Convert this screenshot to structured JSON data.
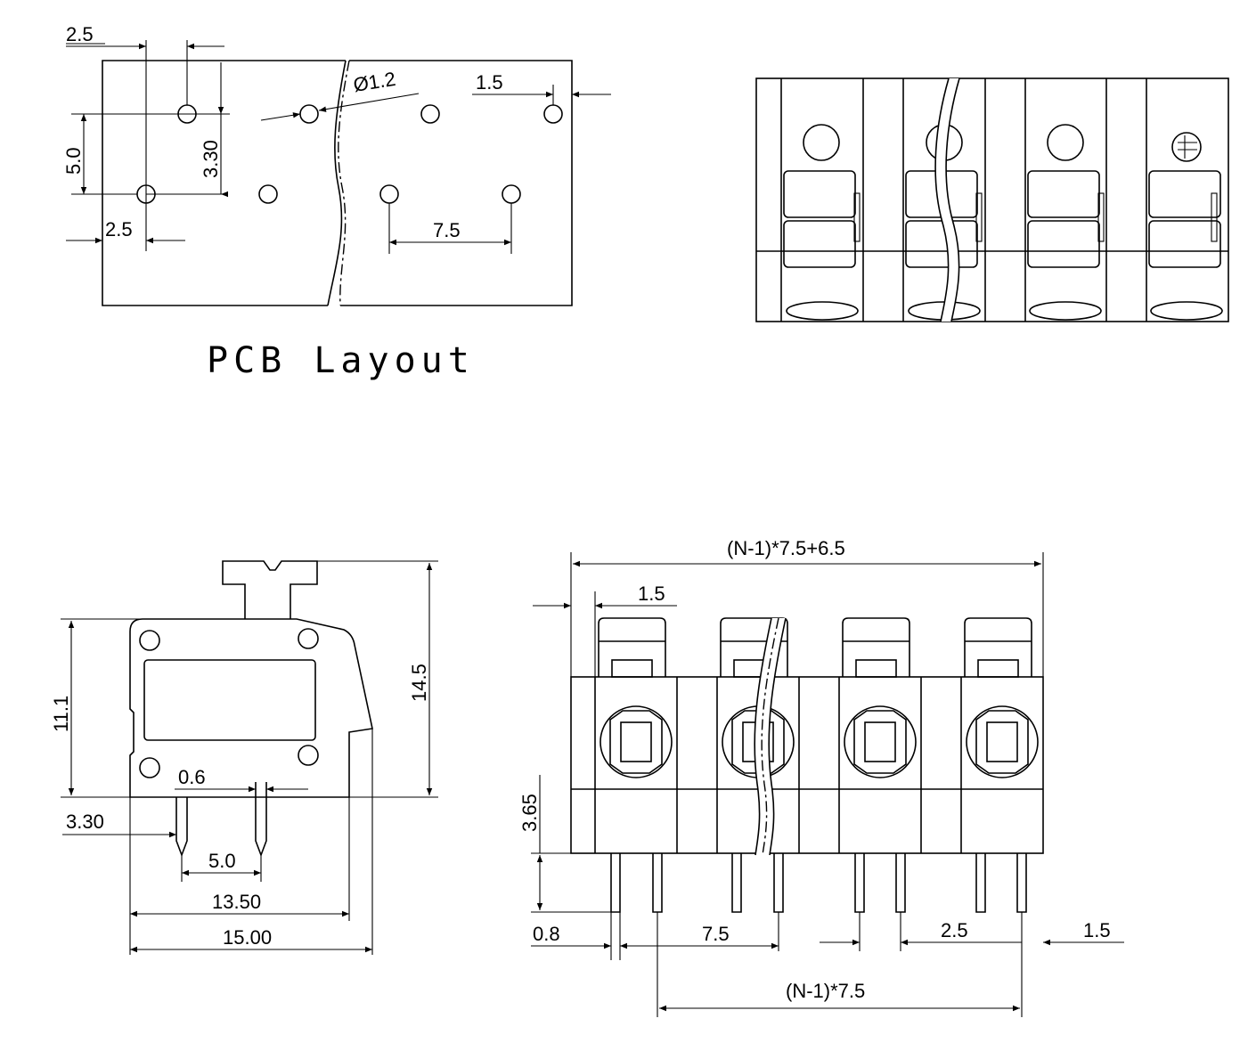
{
  "pcb_layout": {
    "title": "PCB  Layout",
    "dims": {
      "top_offset": "2.5",
      "hole_dia": "Ø1.2",
      "edge": "1.5",
      "row_gap": "5.0",
      "row_offset": "3.30",
      "left_offset": "2.5",
      "pitch": "7.5"
    }
  },
  "side_view": {
    "dims": {
      "body_height": "11.1",
      "total_height": "14.5",
      "pin_width": "0.6",
      "pin_offset": "3.30",
      "pin_spacing": "5.0",
      "inner_width": "13.50",
      "total_width": "15.00"
    }
  },
  "front_view": {
    "dims": {
      "overall_length": "(N-1)*7.5+6.5",
      "edge_top": "1.5",
      "pin_height": "3.65",
      "pin_thick": "0.8",
      "pitch": "7.5",
      "pin_spacing": "2.5",
      "edge_bottom": "1.5",
      "pin_span": "(N-1)*7.5"
    }
  }
}
